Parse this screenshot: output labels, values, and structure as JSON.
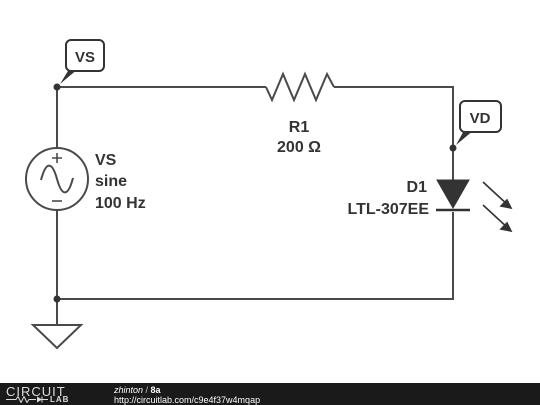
{
  "schematic": {
    "source": {
      "name": "VS",
      "type": "sine",
      "frequency": "100 Hz"
    },
    "resistor": {
      "name": "R1",
      "value": "200 Ω"
    },
    "diode": {
      "name": "D1",
      "part": "LTL-307EE"
    },
    "probes": [
      {
        "label": "VS"
      },
      {
        "label": "VD"
      }
    ]
  },
  "footer": {
    "logo_top": "CIRCUIT",
    "logo_bottom": "LAB",
    "author": "zhinton",
    "separator": " / ",
    "circuit_name": "8a",
    "url": "http://circuitlab.com/c9e4f37w4mqap"
  },
  "colors": {
    "wire": "#4a4a4a",
    "text": "#333333",
    "footer_bg": "#1a1a1a"
  }
}
